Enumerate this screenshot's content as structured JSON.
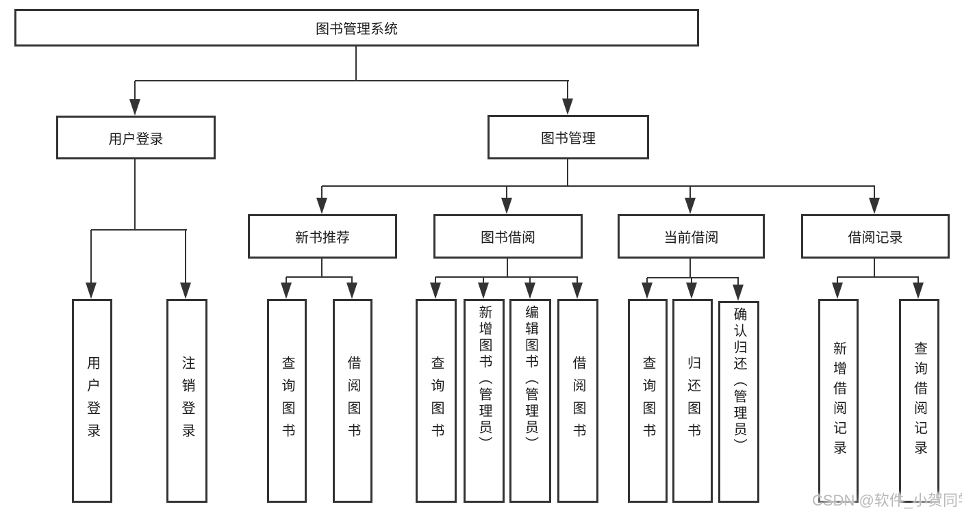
{
  "diagram_title": "图书管理系统",
  "nodes": {
    "root": "图书管理系统",
    "level2": {
      "user_login": "用户登录",
      "book_mgmt": "图书管理"
    },
    "level3": {
      "new_book_rec": "新书推荐",
      "book_borrow": "图书借阅",
      "current_borrow": "当前借阅",
      "borrow_records": "借阅记录"
    },
    "leaves": {
      "user_login": "用户登录",
      "logout": "注销登录",
      "rec_query": "查询图书",
      "rec_borrow": "借阅图书",
      "bb_query": "查询图书",
      "bb_add": "新增图书（管理员）",
      "bb_edit": "编辑图书（管理员）",
      "bb_borrow": "借阅图书",
      "cb_query": "查询图书",
      "cb_return": "归还图书",
      "cb_confirm": "确认归还（管理员）",
      "br_add": "新增借阅记录",
      "br_query": "查询借阅记录"
    }
  },
  "hierarchy": [
    {
      "parent": "图书管理系统",
      "children": [
        "用户登录",
        "图书管理"
      ]
    },
    {
      "parent": "用户登录",
      "children": [
        "用户登录",
        "注销登录"
      ]
    },
    {
      "parent": "图书管理",
      "children": [
        "新书推荐",
        "图书借阅",
        "当前借阅",
        "借阅记录"
      ]
    },
    {
      "parent": "新书推荐",
      "children": [
        "查询图书",
        "借阅图书"
      ]
    },
    {
      "parent": "图书借阅",
      "children": [
        "查询图书",
        "新增图书（管理员）",
        "编辑图书（管理员）",
        "借阅图书"
      ]
    },
    {
      "parent": "当前借阅",
      "children": [
        "查询图书",
        "归还图书",
        "确认归还（管理员）"
      ]
    },
    {
      "parent": "借阅记录",
      "children": [
        "新增借阅记录",
        "查询借阅记录"
      ]
    }
  ],
  "colors": {
    "line": "#333333",
    "text": "#1c1c1c",
    "background": "#ffffff",
    "watermark": "#b9b9b9"
  },
  "watermark": {
    "text": "CSDN @软件_小贺同学"
  }
}
